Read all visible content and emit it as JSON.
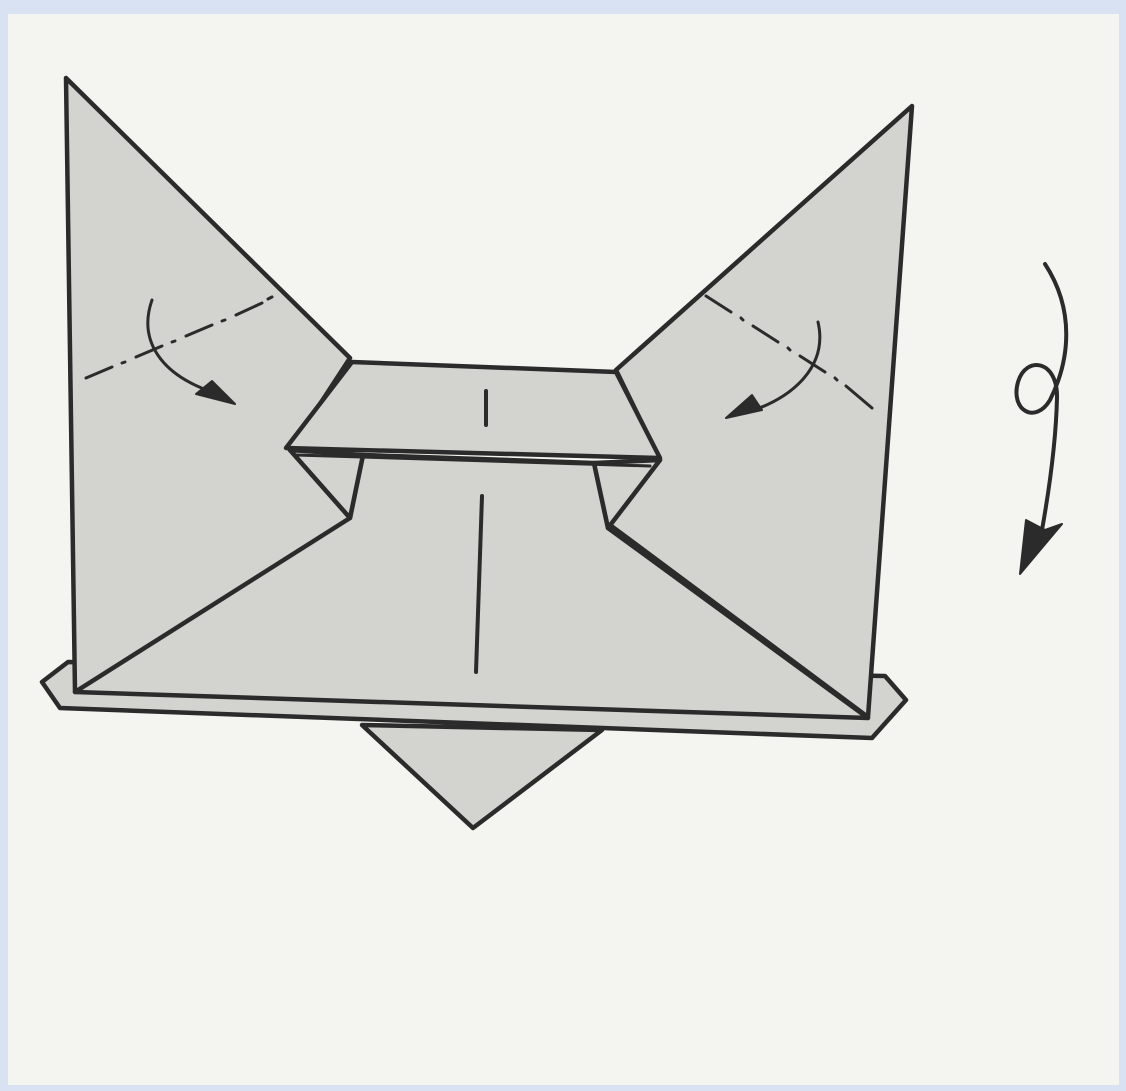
{
  "diagram": {
    "kind": "origami instruction step",
    "colors": {
      "frame": "#d8e2f2",
      "paper_background": "#f4f4f1",
      "paper_fill": "#d3d3cf",
      "ink": "#2b2b2b"
    },
    "symbols": [
      "mountain-fold-line",
      "fold-direction-arrow",
      "turn-over-arrow"
    ]
  }
}
